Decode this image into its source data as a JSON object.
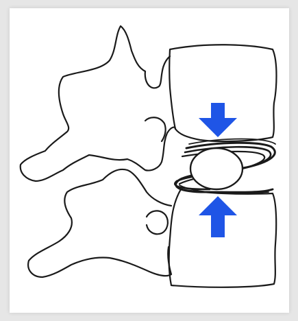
{
  "figure": {
    "subject": "lumbar-vertebrae-lateral-view",
    "elements": [
      "upper-vertebra",
      "lower-vertebra",
      "intervertebral-disc",
      "nucleus-pulposus",
      "compression-arrows"
    ]
  },
  "colors": {
    "background": "#e6e6e6",
    "paper": "#ffffff",
    "outline": "#1a1a1a",
    "arrow": "#1f55e6"
  },
  "icons": {
    "top_arrow": "down-arrow-icon",
    "bottom_arrow": "up-arrow-icon"
  }
}
